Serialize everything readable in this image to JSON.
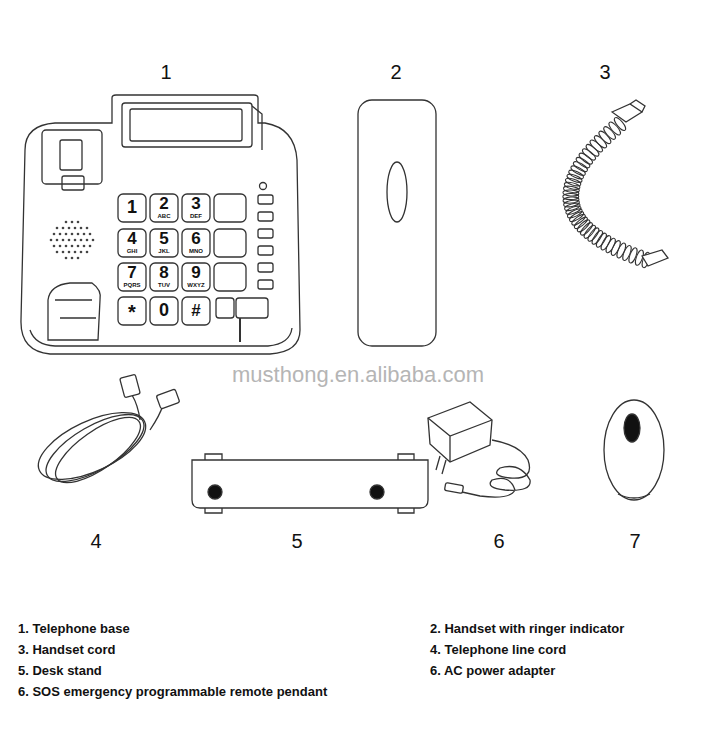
{
  "diagram": {
    "labels": [
      "1",
      "2",
      "3",
      "1",
      "2",
      "ABC",
      "3",
      "DEF",
      "4",
      "GHI",
      "5",
      "JKL",
      "6",
      "MNO",
      "7",
      "PQRS",
      "8",
      "TUV",
      "9",
      "WXYZ",
      "*",
      "0",
      "#",
      "musthong.en.alibaba.com",
      "4",
      "5",
      "6",
      "7",
      "1. Telephone base",
      "2. Handset with ringer indicator",
      "3. Handset cord",
      "4. Telephone line cord",
      "5. Desk stand",
      "6. AC power adapter",
      "6. SOS emergency programmable remote pendant"
    ]
  }
}
